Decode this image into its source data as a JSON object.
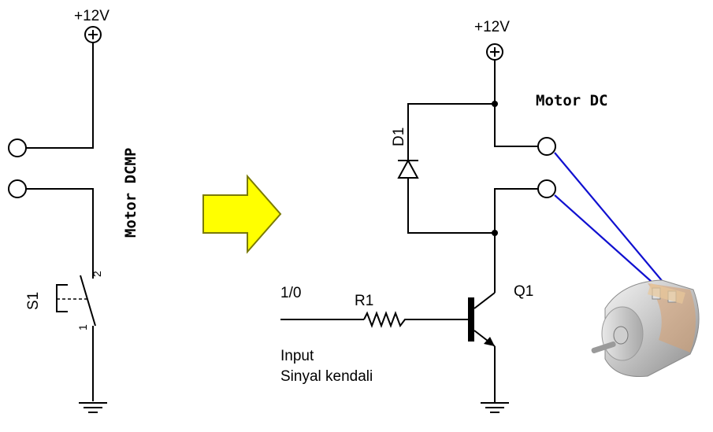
{
  "left_circuit": {
    "supply_label": "+12V",
    "motor_label": "Motor DCMP",
    "switch_label": "S1",
    "switch_pin1": "1",
    "switch_pin2": "2"
  },
  "right_circuit": {
    "supply_label": "+12V",
    "motor_label": "Motor DC",
    "diode_label": "D1",
    "resistor_label": "R1",
    "transistor_label": "Q1",
    "input_value": "1/0",
    "input_caption_line1": "Input",
    "input_caption_line2": "Sinyal kendali"
  },
  "colors": {
    "arrow_fill": "#ffff00",
    "arrow_stroke": "#7a7a00",
    "motor_leads": "#1010d0"
  },
  "icons": {
    "arrow": "right-arrow-icon",
    "motor_photo": "dc-motor-icon"
  }
}
